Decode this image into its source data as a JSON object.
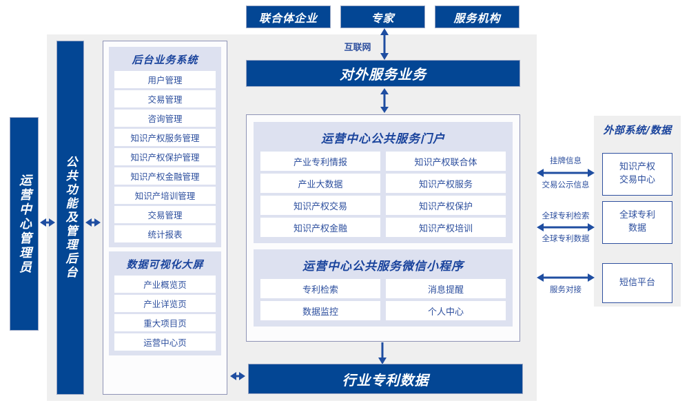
{
  "top_actors": [
    {
      "label": "联合体企业"
    },
    {
      "label": "专家"
    },
    {
      "label": "服务机构"
    }
  ],
  "internet_label": "互联网",
  "external_service_bar": "对外服务业务",
  "left_actor": "运营中心管理员",
  "common_backend": "公共功能及管理后台",
  "left_panel": {
    "groups": [
      {
        "title": "后台业务系统",
        "items": [
          "用户管理",
          "交易管理",
          "咨询管理",
          "知识产权服务管理",
          "知识产权保护管理",
          "知识产权金融管理",
          "知识产培训管理",
          "交易管理",
          "统计报表"
        ]
      },
      {
        "title": "数据可视化大屏",
        "items": [
          "产业概览页",
          "产业详览页",
          "重大项目页",
          "运营中心页"
        ]
      }
    ]
  },
  "center_panel": {
    "groups": [
      {
        "title": "运营中心公共服务门户",
        "rows": [
          [
            "产业专利情报",
            "知识产权联合体"
          ],
          [
            "产业大数据",
            "知识产权服务"
          ],
          [
            "知识产权交易",
            "知识产权保护"
          ],
          [
            "知识产权金融",
            "知识产权培训"
          ]
        ]
      },
      {
        "title": "运营中心公共服务微信小程序",
        "rows": [
          [
            "专利检索",
            "消息提醒"
          ],
          [
            "数据监控",
            "个人中心"
          ]
        ]
      }
    ]
  },
  "bottom_bar": "行业专利数据",
  "right_panel": {
    "title": "外部系统/数据",
    "boxes": [
      {
        "label": "知识产权\n交易中心"
      },
      {
        "label": "全球专利\n数据"
      },
      {
        "label": "短信平台"
      }
    ],
    "connectors": [
      {
        "above": "挂牌信息",
        "below": "交易公示信息"
      },
      {
        "above": "全球专利检索",
        "below": "全球专利数据"
      },
      {
        "above": "",
        "below": "服务对接"
      }
    ]
  },
  "colors": {
    "brand_blue": "#034694",
    "text_blue": "#2d4f9e",
    "title_blue": "#19439c",
    "group_bg": "#dde1f0",
    "stage_bg": "#efefef",
    "arrow": "#1f4ea1"
  }
}
